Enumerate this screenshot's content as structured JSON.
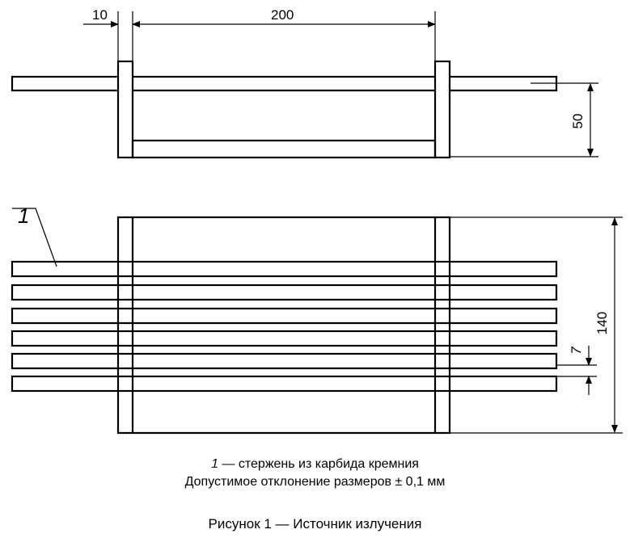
{
  "dimensions": {
    "frame_thickness": "10",
    "frame_span": "200",
    "frame_height": "50",
    "frame_depth": "140",
    "rod_pitch": "7"
  },
  "callout": {
    "number": "1"
  },
  "legend": {
    "item_number": "1",
    "item_text": " — стержень из карбида кремния",
    "tolerance": "Допустимое отклонение размеров ± 0,1 мм"
  },
  "caption": "Рисунок 1 — Источник излучения"
}
